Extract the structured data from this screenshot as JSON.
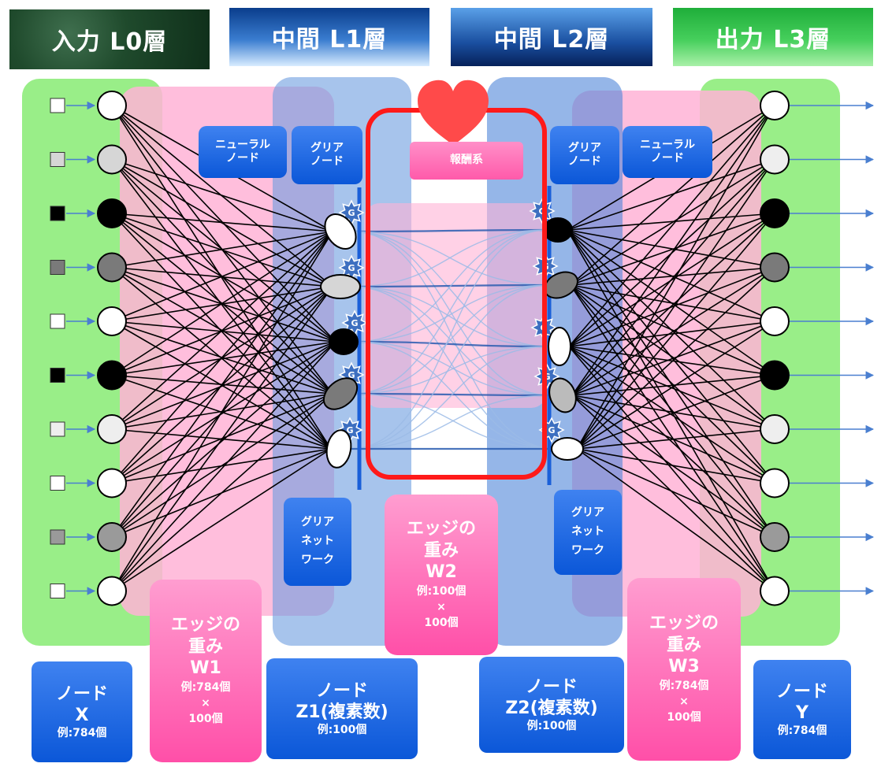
{
  "headers": {
    "l0": "入力 L0層",
    "l1": "中間 L1層",
    "l2": "中間 L2層",
    "l3": "出力 L3層"
  },
  "callouts": {
    "neural_node_left": "ニューラル\nノード",
    "glia_node_left": "グリア\nノード",
    "reward_system": "報酬系",
    "glia_node_right": "グリア\nノード",
    "neural_node_right": "ニューラル\nノード",
    "glia_network_left": "グリア\nネット\nワーク",
    "glia_network_right": "グリア\nネット\nワーク",
    "glia_marker": "G"
  },
  "bottom_labels": {
    "node_x": {
      "title": "ノード",
      "name": "X",
      "example": "例:784個"
    },
    "w1": {
      "title": "エッジの\n重み",
      "name": "W1",
      "example": "例:784個\n×\n100個"
    },
    "node_z1": {
      "title": "ノード",
      "name": "Z1(複素数)",
      "example": "例:100個"
    },
    "w2": {
      "title": "エッジの\n重み",
      "name": "W2",
      "example": "例:100個\n×\n100個"
    },
    "node_z2": {
      "title": "ノード",
      "name": "Z2(複素数)",
      "example": "例:100個"
    },
    "w3": {
      "title": "エッジの\n重み",
      "name": "W3",
      "example": "例:784個\n×\n100個"
    },
    "node_y": {
      "title": "ノード",
      "name": "Y",
      "example": "例:784個"
    }
  },
  "colors": {
    "green_panel": "#99ee88",
    "pink_panel": "#ffb3d6",
    "blue_panel": "#5b8fd9",
    "reward_red": "#ff1a1a",
    "glia_line": "#1a5fd8",
    "glia_star": "#3d6fc0"
  },
  "nodes": {
    "input_shades": [
      "#ffffff",
      "#d6d6d6",
      "#000000",
      "#7a7a7a",
      "#ffffff",
      "#000000",
      "#eeeeee",
      "#ffffff",
      "#9a9a9a",
      "#ffffff"
    ],
    "output_shades": [
      "#ffffff",
      "#eeeeee",
      "#000000",
      "#7a7a7a",
      "#ffffff",
      "#000000",
      "#eeeeee",
      "#ffffff",
      "#9a9a9a",
      "#ffffff"
    ],
    "z1_shades": [
      "#ffffff",
      "#d6d6d6",
      "#000000",
      "#7a7a7a",
      "#ffffff"
    ],
    "z2_shades": [
      "#000000",
      "#7a7a7a",
      "#ffffff",
      "#bbbbbb",
      "#ffffff"
    ]
  }
}
